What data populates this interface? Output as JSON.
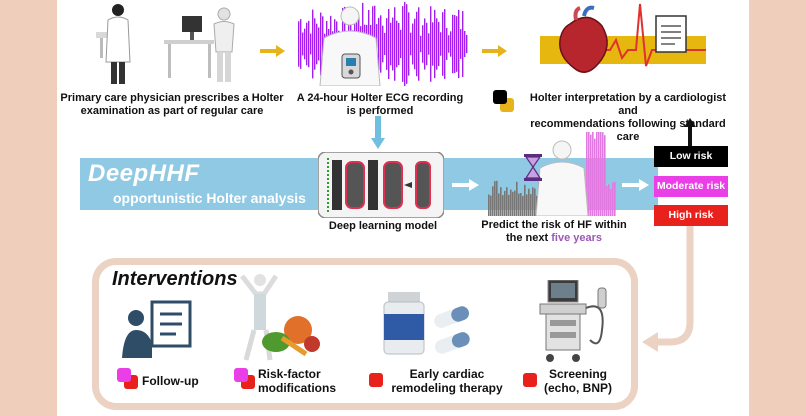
{
  "steps": {
    "physician": {
      "line1": "Primary care physician prescribes a Holter",
      "line2": "examination as part of regular care"
    },
    "recording": {
      "line1": "A 24-hour Holter ECG recording",
      "line2": "is performed"
    },
    "interpretation": {
      "line1": "Holter interpretation by a cardiologist and",
      "line2": "recommendations following standard care"
    }
  },
  "deephhf": {
    "title": "DeepHHF",
    "subtitle": "opportunistic Holter analysis"
  },
  "model_label": "Deep learning model",
  "predict": {
    "line1": "Predict the risk of HF within",
    "line2_prefix": "the next ",
    "line2_highlight": "five years"
  },
  "risk_levels": [
    {
      "label": "Low risk",
      "color": "#000000"
    },
    {
      "label": "Moderate risk",
      "color": "#ea3fe6"
    },
    {
      "label": "High risk",
      "color": "#e8211c"
    }
  ],
  "interventions": {
    "title": "Interventions",
    "items": [
      {
        "line1": "Follow-up",
        "line2": ""
      },
      {
        "line1": "Risk-factor",
        "line2": "modifications"
      },
      {
        "line1": "Early cardiac",
        "line2": "remodeling therapy"
      },
      {
        "line1": "Screening",
        "line2": "(echo,  BNP)"
      }
    ]
  },
  "colors": {
    "band": "#8fc9e3",
    "arrow_yellow": "#e7b31b",
    "arrow_white": "#ffffff",
    "peach": "#ecd2c2",
    "ecg_purple": "#a020f0",
    "square_yellow": "#e7b31b",
    "square_black": "#000000",
    "square_magenta": "#ea3fe6",
    "square_red": "#e8211c"
  }
}
